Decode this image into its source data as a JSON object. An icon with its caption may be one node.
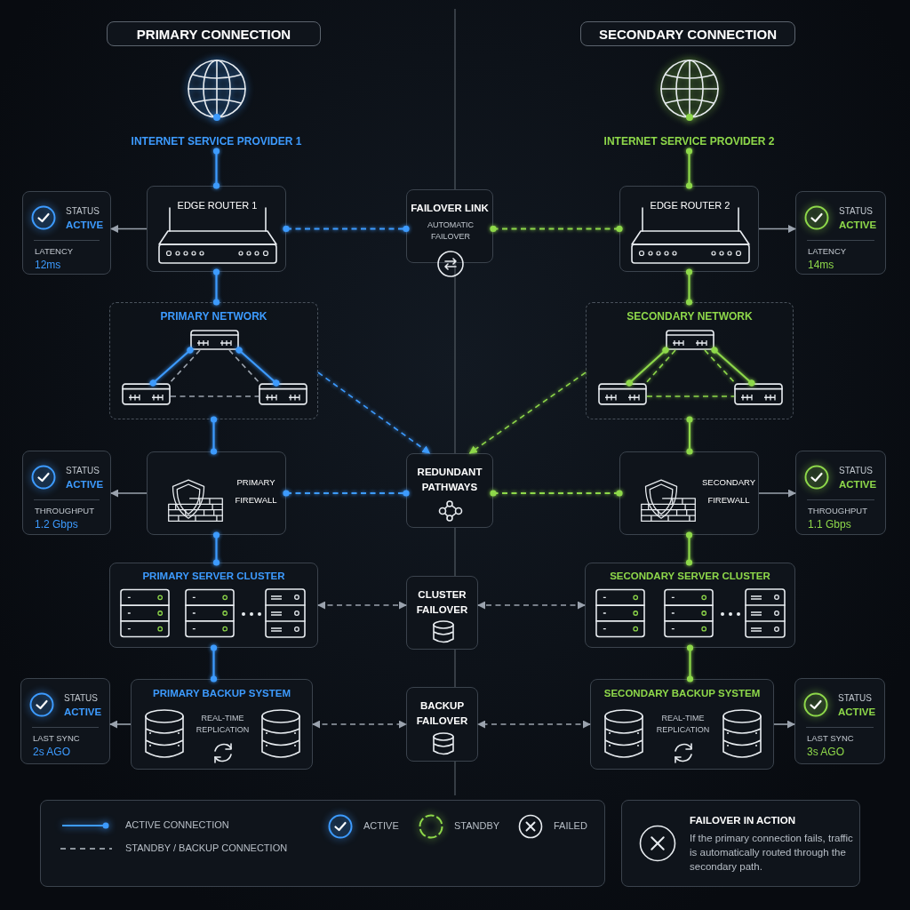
{
  "diagram": {
    "nodes": [
      {
        "text": [
          "PRIMARY CONNECTION"
        ]
      },
      {
        "text": [
          "SECONDARY CONNECTION"
        ]
      },
      {
        "text": [
          "INTERNET SERVICE PROVIDER 1"
        ]
      },
      {
        "text": [
          "INTERNET SERVICE PROVIDER 2"
        ]
      },
      {
        "text": [
          "STATUS",
          "ACTIVE",
          "LATENCY",
          "12ms"
        ]
      },
      {
        "text": [
          "EDGE ROUTER 1"
        ]
      },
      {
        "text": [
          "FAILOVER LINK",
          "AUTOMATIC FAILOVER"
        ]
      },
      {
        "text": [
          "EDGE ROUTER 2"
        ]
      },
      {
        "text": [
          "STATUS",
          "ACTIVE",
          "LATENCY",
          "14ms"
        ]
      },
      {
        "text": [
          "PRIMARY NETWORK"
        ]
      },
      {
        "text": [],
        "shape": "box",
        "in": 9
      },
      {
        "text": [],
        "shape": "box",
        "in": 9
      },
      {
        "text": [],
        "shape": "box",
        "in": 9
      },
      {
        "text": [
          "SECONDARY NETWORK"
        ]
      },
      {
        "text": [],
        "shape": "box",
        "in": 13
      },
      {
        "text": [],
        "shape": "box",
        "in": 13
      },
      {
        "text": [],
        "shape": "box",
        "in": 13
      },
      {
        "text": [
          "STATUS",
          "ACTIVE",
          "THROUGHPUT",
          "1.2 Gbps"
        ]
      },
      {
        "text": [
          "PRIMARY FIREWALL"
        ]
      },
      {
        "text": [
          "REDUNDANT PATHWAYS"
        ]
      },
      {
        "text": [
          "SECONDARY FIREWALL"
        ]
      },
      {
        "text": [
          "STATUS",
          "ACTIVE",
          "THROUGHPUT",
          "1.1 Gbps"
        ]
      },
      {
        "text": [
          "PRIMARY SERVER CLUSTER"
        ]
      },
      {
        "text": [
          "CLUSTER FAILOVER"
        ]
      },
      {
        "text": [
          "SECONDARY SERVER CLUSTER"
        ]
      },
      {
        "text": [
          "STATUS",
          "ACTIVE",
          "LAST SYNC",
          "2s AGO"
        ]
      },
      {
        "text": [
          "PRIMARY BACKUP SYSTEM",
          "REAL-TIME REPLICATION"
        ]
      },
      {
        "text": [
          "BACKUP FAILOVER"
        ]
      },
      {
        "text": [
          "SECONDARY BACKUP SYSTEM",
          "REAL-TIME REPLICATION"
        ]
      },
      {
        "text": [
          "STATUS",
          "ACTIVE",
          "LAST SYNC",
          "3s AGO"
        ]
      },
      {
        "text": [
          "FAILOVER IN ACTION",
          "If the primary connection fails, traffic is automatically routed through the secondary path."
        ]
      }
    ],
    "edges": [
      {
        "from": 2,
        "to": 5,
        "arrow": "other",
        "color": "#3d9bff"
      },
      {
        "from": 5,
        "to": 4,
        "arrow": "to",
        "color": "#9aa2ad"
      },
      {
        "from": 5,
        "to": 6,
        "arrow": "other",
        "style": "dashed",
        "color": "#3d9bff"
      },
      {
        "from": 7,
        "to": 6,
        "arrow": "other",
        "style": "dashed",
        "color": "#8ed84a"
      },
      {
        "from": 7,
        "to": 8,
        "arrow": "to",
        "color": "#9aa2ad"
      },
      {
        "from": 3,
        "to": 7,
        "arrow": "other",
        "color": "#8ed84a"
      },
      {
        "from": 5,
        "to": 9,
        "arrow": "other",
        "color": "#3d9bff"
      },
      {
        "from": 7,
        "to": 13,
        "arrow": "other",
        "color": "#8ed84a"
      },
      {
        "from": 10,
        "to": 11,
        "arrow": "other",
        "color": "#3d9bff"
      },
      {
        "from": 10,
        "to": 12,
        "arrow": "other",
        "color": "#3d9bff"
      },
      {
        "from": 10,
        "to": 11,
        "arrow": "none",
        "style": "dashed",
        "color": "#9aa2ad"
      },
      {
        "from": 10,
        "to": 12,
        "arrow": "none",
        "style": "dashed",
        "color": "#9aa2ad"
      },
      {
        "from": 11,
        "to": 12,
        "arrow": "none",
        "style": "dashed",
        "color": "#9aa2ad"
      },
      {
        "from": 14,
        "to": 15,
        "arrow": "other",
        "color": "#8ed84a"
      },
      {
        "from": 14,
        "to": 16,
        "arrow": "other",
        "color": "#8ed84a"
      },
      {
        "from": 14,
        "to": 15,
        "arrow": "none",
        "style": "dashed",
        "color": "#8ed84a"
      },
      {
        "from": 14,
        "to": 16,
        "arrow": "none",
        "style": "dashed",
        "color": "#8ed84a"
      },
      {
        "from": 15,
        "to": 16,
        "arrow": "none",
        "style": "dashed",
        "color": "#8ed84a"
      },
      {
        "from": 9,
        "to": 19,
        "arrow": "to",
        "style": "dashed",
        "color": "#3d9bff"
      },
      {
        "from": 13,
        "to": 19,
        "arrow": "to",
        "style": "dashed",
        "color": "#8ed84a"
      },
      {
        "from": 9,
        "to": 18,
        "arrow": "other",
        "color": "#3d9bff"
      },
      {
        "from": 13,
        "to": 20,
        "arrow": "other",
        "color": "#8ed84a"
      },
      {
        "from": 18,
        "to": 17,
        "arrow": "to",
        "color": "#9aa2ad"
      },
      {
        "from": 18,
        "to": 19,
        "arrow": "other",
        "style": "dashed",
        "color": "#3d9bff"
      },
      {
        "from": 20,
        "to": 19,
        "arrow": "other",
        "style": "dashed",
        "color": "#8ed84a"
      },
      {
        "from": 20,
        "to": 21,
        "arrow": "to",
        "color": "#9aa2ad"
      },
      {
        "from": 18,
        "to": 22,
        "arrow": "other",
        "color": "#3d9bff"
      },
      {
        "from": 20,
        "to": 24,
        "arrow": "other",
        "color": "#8ed84a"
      },
      {
        "from": 22,
        "to": 23,
        "arrow": "both",
        "style": "dashed",
        "color": "#9aa2ad"
      },
      {
        "from": 24,
        "to": 23,
        "arrow": "both",
        "style": "dashed",
        "color": "#9aa2ad"
      },
      {
        "from": 22,
        "to": 26,
        "arrow": "other",
        "color": "#3d9bff"
      },
      {
        "from": 24,
        "to": 28,
        "arrow": "other",
        "color": "#8ed84a"
      },
      {
        "from": 26,
        "to": 25,
        "arrow": "to",
        "color": "#9aa2ad"
      },
      {
        "from": 26,
        "to": 27,
        "arrow": "both",
        "style": "dashed",
        "color": "#9aa2ad"
      },
      {
        "from": 28,
        "to": 27,
        "arrow": "both",
        "style": "dashed",
        "color": "#9aa2ad"
      },
      {
        "from": 28,
        "to": 29,
        "arrow": "to",
        "color": "#9aa2ad"
      }
    ],
    "legend": [
      {
        "text": "ACTIVE CONNECTION"
      },
      {
        "text": "STANDBY / BACKUP CONNECTION"
      },
      {
        "text": "ACTIVE"
      },
      {
        "text": "STANDBY"
      },
      {
        "text": "FAILED"
      }
    ]
  }
}
